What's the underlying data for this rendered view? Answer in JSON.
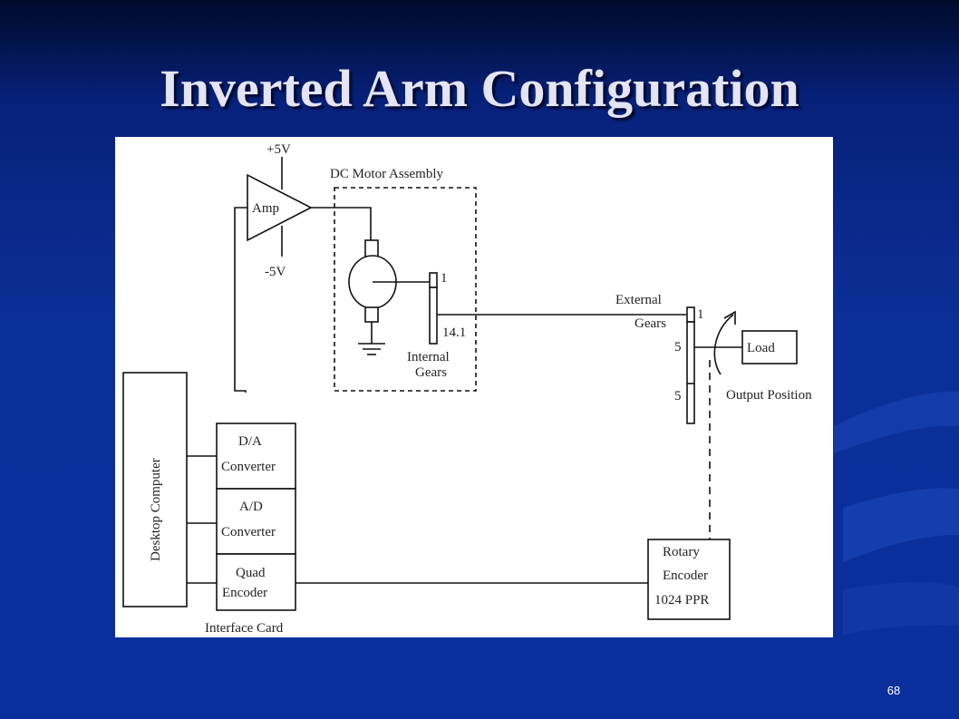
{
  "slide": {
    "title": "Inverted Arm Configuration",
    "page_number": "68"
  },
  "diagram": {
    "amp": {
      "label": "Amp",
      "plus_supply": "+5V",
      "minus_supply": "-5V"
    },
    "motor_assembly_label": "DC Motor Assembly",
    "internal_gears": {
      "ratio_top": "1",
      "ratio_bottom": "14.1",
      "label_line1": "Internal",
      "label_line2": "Gears"
    },
    "external_gears": {
      "label_line1": "External",
      "label_line2": "Gears",
      "ratio_top": "1",
      "ratio_mid": "5",
      "ratio_low": "5"
    },
    "load_label": "Load",
    "output_position_label": "Output Position",
    "desktop_computer_label": "Desktop Computer",
    "interface_card": {
      "label": "Interface Card",
      "da": {
        "line1": "D/A",
        "line2": "Converter"
      },
      "ad": {
        "line1": "A/D",
        "line2": "Converter"
      },
      "quad": {
        "line1": "Quad",
        "line2": "Encoder"
      }
    },
    "rotary_encoder": {
      "line1": "Rotary",
      "line2": "Encoder",
      "line3": "1024 PPR"
    }
  }
}
